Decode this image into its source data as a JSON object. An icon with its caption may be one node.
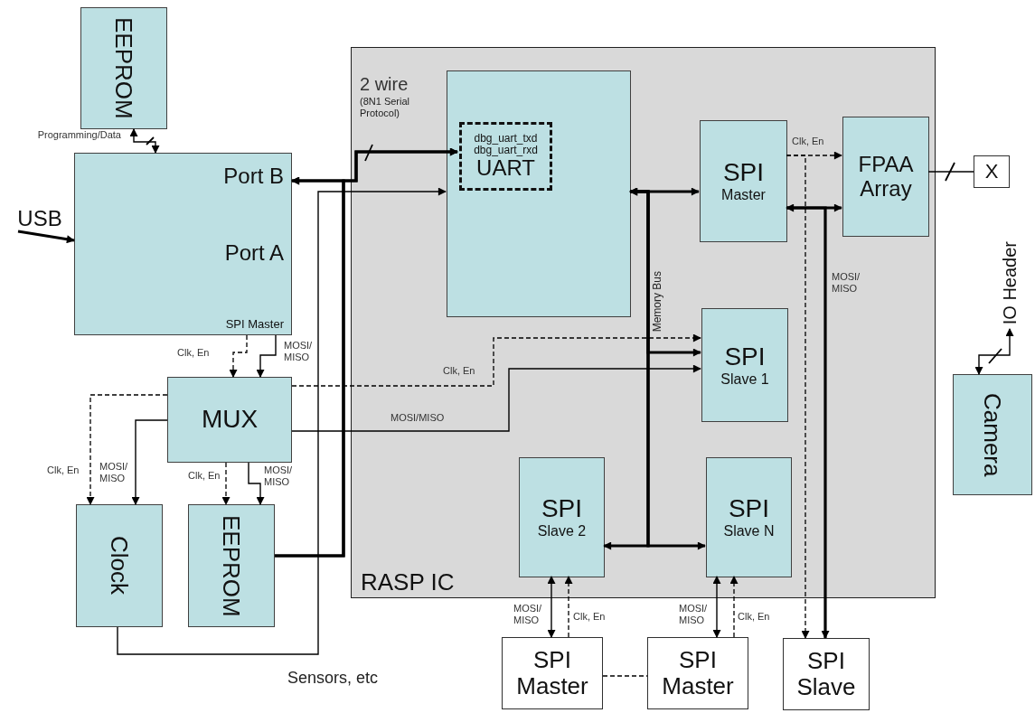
{
  "diagram": {
    "nodes": [
      {
        "text": [
          "EEPROM"
        ]
      },
      {
        "text": [
          "Port B",
          "Port A",
          "SPI Master"
        ]
      },
      {
        "text": [
          "RASP IC"
        ]
      },
      {
        "text": [],
        "shape": "box",
        "in": 2
      },
      {
        "text": [
          "dbg_uart_txd",
          "dbg_uart_rxd",
          "UART"
        ],
        "in": 3
      },
      {
        "text": [
          "SPI",
          "Master"
        ],
        "in": 2
      },
      {
        "text": [
          "FPAA Array"
        ],
        "in": 2
      },
      {
        "text": [
          "X"
        ]
      },
      {
        "text": [
          "SPI",
          "Slave 1"
        ],
        "in": 2
      },
      {
        "text": [
          "MUX"
        ]
      },
      {
        "text": [
          "SPI",
          "Slave 2"
        ],
        "in": 2
      },
      {
        "text": [
          "SPI",
          "Slave N"
        ],
        "in": 2
      },
      {
        "text": [
          "Clock"
        ]
      },
      {
        "text": [
          "EEPROM"
        ]
      },
      {
        "text": [
          "Camera"
        ]
      },
      {
        "text": [
          "SPI Master"
        ]
      },
      {
        "text": [
          "SPI Master"
        ]
      },
      {
        "text": [
          "SPI Slave"
        ]
      },
      {
        "text": [
          "USB"
        ]
      },
      {
        "text": [
          "IO Header"
        ]
      }
    ],
    "edges": [
      {
        "from": 0,
        "to": 1,
        "arrow": "both",
        "label": "Programming/Data"
      },
      {
        "from": 18,
        "to": 1,
        "arrow": "to",
        "style": "thick"
      },
      {
        "from": 1,
        "to": 4,
        "arrow": "both",
        "style": "thick",
        "label": "2 wire"
      },
      {
        "from": 12,
        "to": 3,
        "arrow": "to"
      },
      {
        "from": 13,
        "to": 1,
        "arrow": "to",
        "style": "thick"
      },
      {
        "from": 13,
        "to": 4,
        "arrow": "to",
        "style": "thick"
      },
      {
        "from": 1,
        "to": 9,
        "arrow": "to",
        "style": "dashed",
        "label": "Clk, En"
      },
      {
        "from": 1,
        "to": 9,
        "arrow": "to",
        "label": "MOSI/ MISO"
      },
      {
        "from": 9,
        "to": 12,
        "arrow": "to",
        "style": "dashed",
        "label": "Clk, En"
      },
      {
        "from": 9,
        "to": 12,
        "arrow": "to",
        "label": "MOSI/ MISO"
      },
      {
        "from": 9,
        "to": 13,
        "arrow": "to",
        "style": "dashed",
        "label": "Clk, En"
      },
      {
        "from": 9,
        "to": 13,
        "arrow": "to",
        "label": "MOSI/ MISO"
      },
      {
        "from": 9,
        "to": 8,
        "arrow": "to",
        "style": "dashed",
        "label": "Clk, En"
      },
      {
        "from": 9,
        "to": 8,
        "arrow": "to",
        "label": "MOSI/MISO"
      },
      {
        "from": 3,
        "to": 5,
        "arrow": "both",
        "style": "thick"
      },
      {
        "from": 3,
        "to": 8,
        "arrow": "to",
        "style": "thick"
      },
      {
        "from": 3,
        "to": 10,
        "arrow": "both",
        "style": "thick"
      },
      {
        "from": 3,
        "to": 11,
        "arrow": "both",
        "style": "thick"
      },
      {
        "from": 5,
        "to": 6,
        "arrow": "to",
        "style": "dashed",
        "label": "Clk, En"
      },
      {
        "from": 5,
        "to": 6,
        "arrow": "both",
        "style": "thick"
      },
      {
        "from": 5,
        "to": 17,
        "arrow": "to",
        "style": "thick",
        "label": "MOSI/ MISO"
      },
      {
        "from": 5,
        "to": 17,
        "arrow": "to",
        "style": "dashed"
      },
      {
        "from": 6,
        "to": 7,
        "arrow": "none"
      },
      {
        "from": 14,
        "to": 19,
        "arrow": "both"
      },
      {
        "from": 10,
        "to": 15,
        "arrow": "both",
        "label": "MOSI/ MISO"
      },
      {
        "from": 15,
        "to": 10,
        "arrow": "to",
        "style": "dashed",
        "label": "Clk, En"
      },
      {
        "from": 11,
        "to": 16,
        "arrow": "both",
        "label": "MOSI/ MISO"
      },
      {
        "from": 16,
        "to": 11,
        "arrow": "to",
        "style": "dashed",
        "label": "Clk, En"
      },
      {
        "from": 15,
        "to": 16,
        "arrow": "none",
        "style": "dashed"
      }
    ],
    "labels": [
      "(8N1 Serial Protocol)",
      "Memory Bus",
      "Sensors, etc"
    ]
  }
}
